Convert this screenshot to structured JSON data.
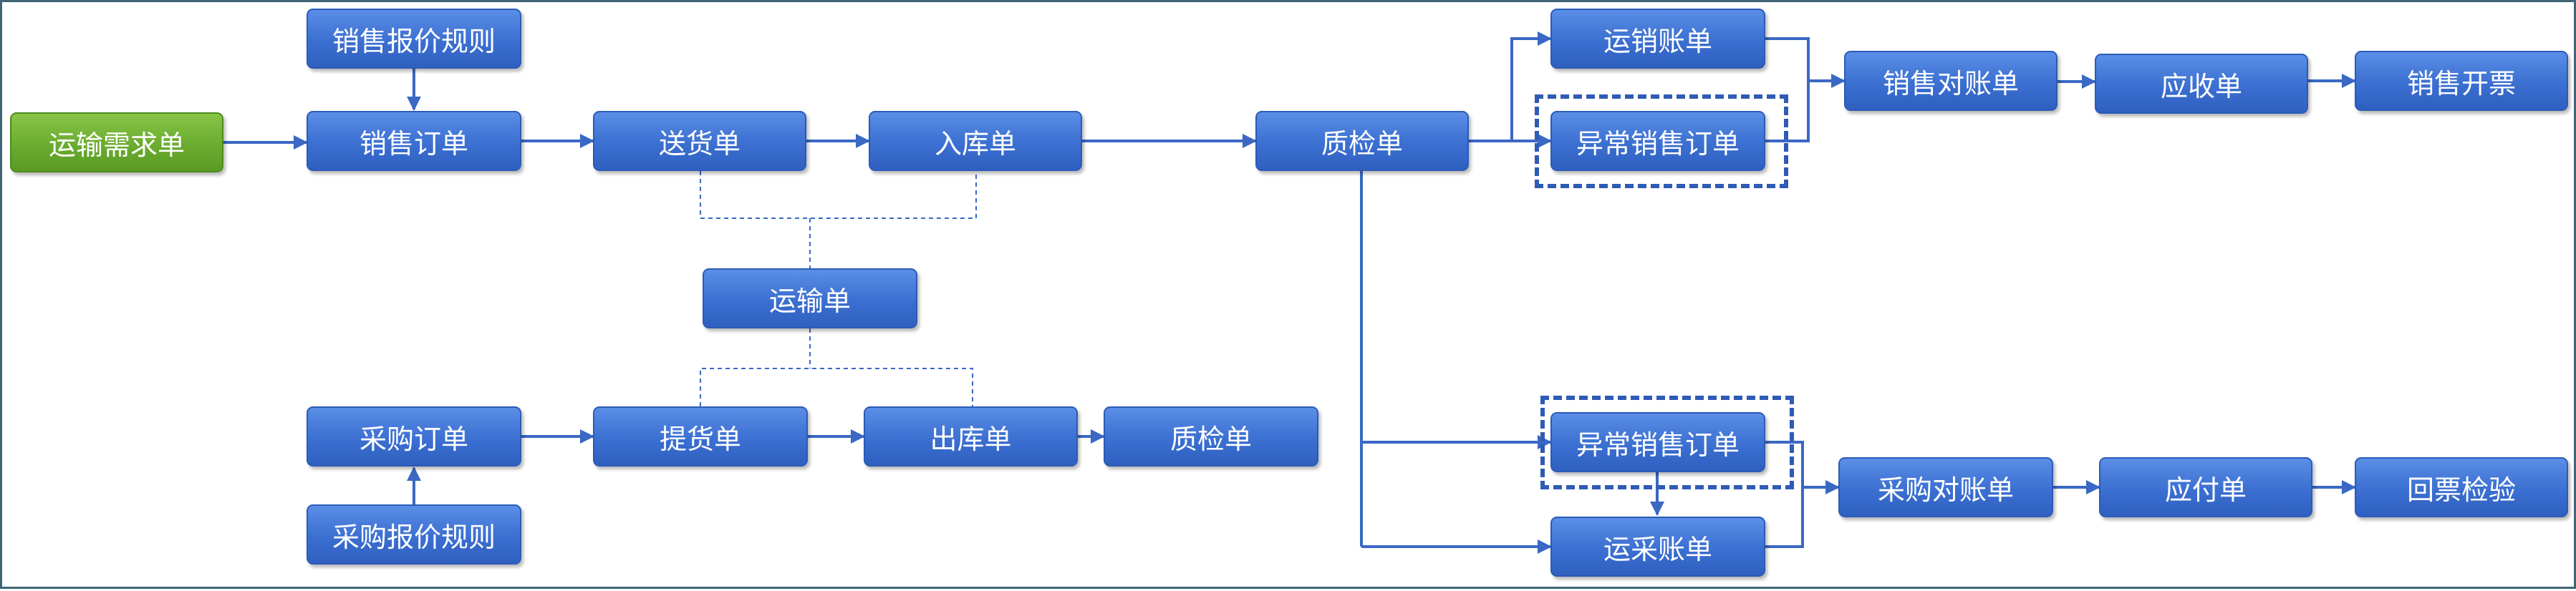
{
  "colors": {
    "node_blue": "#3b6fd1",
    "node_green": "#6aac2f",
    "connector": "#3a68c4",
    "frame": "#3f6577"
  },
  "nodes": {
    "transport_demand": "运输需求单",
    "sales_quote_rules": "销售报价规则",
    "sales_order": "销售订单",
    "delivery_note": "送货单",
    "inbound_note": "入库单",
    "quality_check_top": "质检单",
    "transport_sales_bill": "运销账单",
    "abnormal_sales_order_top": "异常销售订单",
    "sales_reconciliation": "销售对账单",
    "receivable": "应收单",
    "sales_invoice": "销售开票",
    "transport_note": "运输单",
    "purchase_order": "采购订单",
    "pickup_note": "提货单",
    "outbound_note": "出库单",
    "quality_check_bottom": "质检单",
    "purchase_quote_rules": "采购报价规则",
    "abnormal_sales_order_bottom": "异常销售订单",
    "transport_purchase_bill": "运采账单",
    "purchase_reconciliation": "采购对账单",
    "payable": "应付单",
    "invoice_verification": "回票检验"
  }
}
